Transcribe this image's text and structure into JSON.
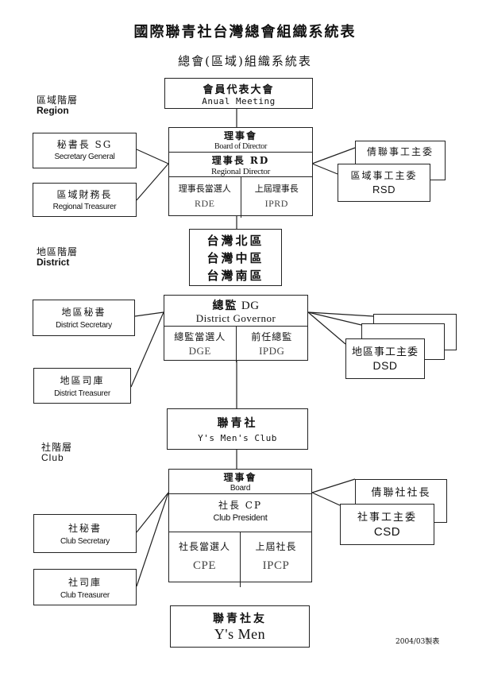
{
  "title": "國際聯青社台灣總會組織系統表",
  "subtitle": "總會(區域)組織系統表",
  "region": {
    "tier_zh": "區域階層",
    "tier_en": "Region",
    "meeting_zh": "會員代表大會",
    "meeting_en": "Anual Meeting",
    "board_zh": "理事會",
    "board_en": "Board of Director",
    "rd_zh": "理事長 RD",
    "rd_en": "Regional Director",
    "rde_zh": "理事長當選人",
    "rde_en": "RDE",
    "iprd_zh": "上屆理事長",
    "iprd_en": "IPRD",
    "sg_zh": "秘書長 SG",
    "sg_en": "Secretary General",
    "rt_zh": "區域財務長",
    "rt_en": "Regional Treasurer",
    "rsd_back": "倩聯事工主委",
    "rsd_zh": "區域事工主委",
    "rsd_en": "RSD"
  },
  "districts": [
    "台灣北區",
    "台灣中區",
    "台灣南區"
  ],
  "district": {
    "tier_zh": "地區階層",
    "tier_en": "District",
    "dg_zh": "總監",
    "dg_abbr": "DG",
    "dg_en": "District Governor",
    "dge_zh": "總監當選人",
    "dge_en": "DGE",
    "ipdg_zh": "前任總監",
    "ipdg_en": "IPDG",
    "ds_zh": "地區秘書",
    "ds_en": "District Secretary",
    "dt_zh": "地區司庫",
    "dt_en": "District Treasurer",
    "dsd_zh": "地區事工主委",
    "dsd_en": "DSD"
  },
  "club_box": {
    "zh": "聯青社",
    "en": "Y's Men's Club"
  },
  "club": {
    "tier_zh": "社階層",
    "tier_en": "Club",
    "board_zh": "理事會",
    "board_en": "Board",
    "cp_zh": "社長 CP",
    "cp_en": "Club President",
    "cpe_zh": "社長當選人",
    "cpe_en": "CPE",
    "ipcp_zh": "上屆社長",
    "ipcp_en": "IPCP",
    "cs_zh": "社秘書",
    "cs_en": "Club Secretary",
    "ct_zh": "社司庫",
    "ct_en": "Club Treasurer",
    "csd_back": "倩聯社社長",
    "csd_zh": "社事工主委",
    "csd_en": "CSD"
  },
  "members": {
    "zh": "聯青社友",
    "en": "Y's Men"
  },
  "footnote": "2004/03製表"
}
